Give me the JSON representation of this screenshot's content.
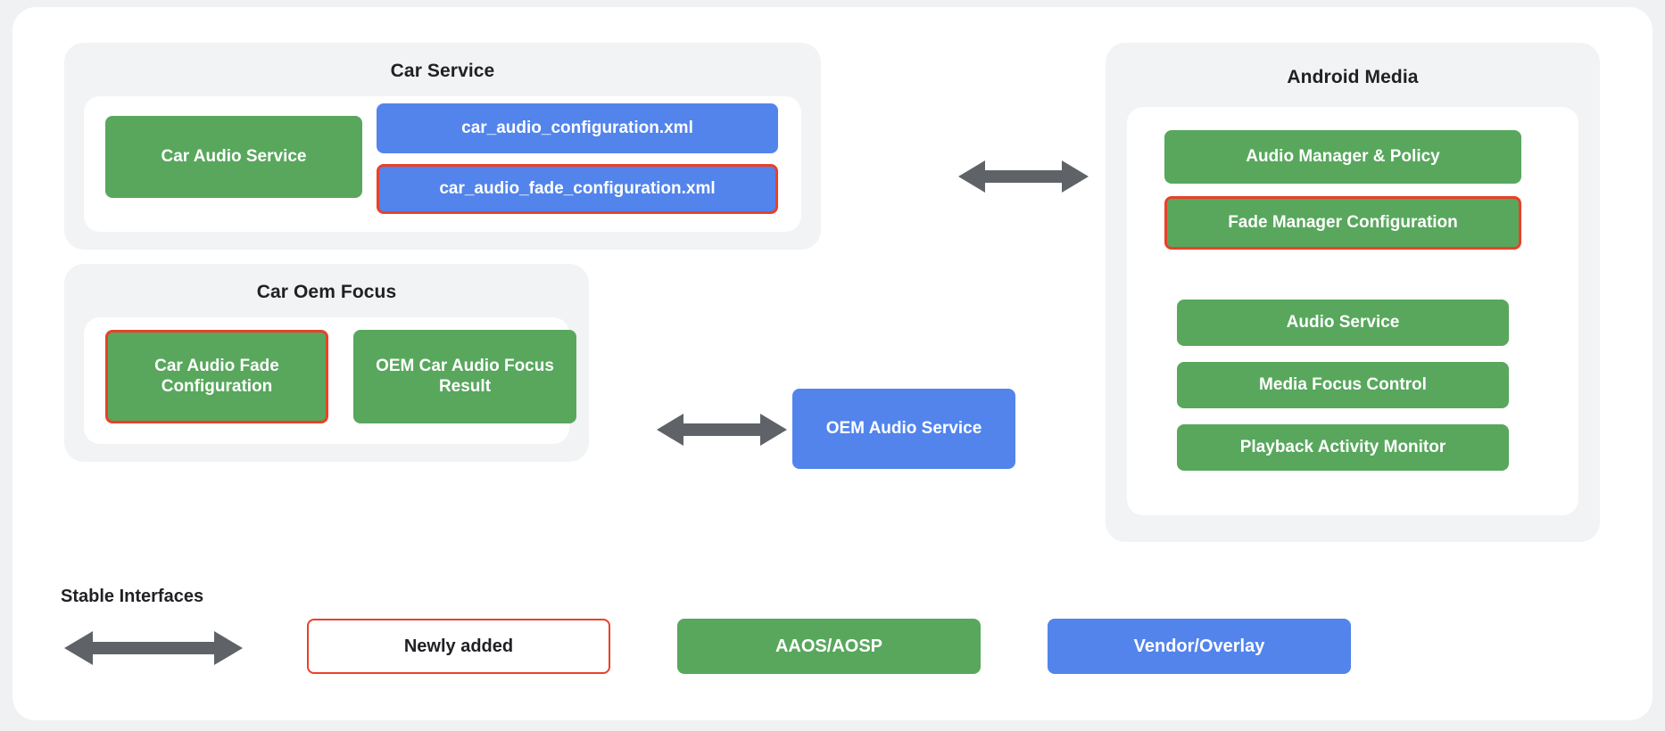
{
  "diagram": {
    "groups": [
      {
        "id": "car-service",
        "title": "Car Service",
        "nodes": [
          {
            "label": "Car Audio Service",
            "type": "aaos",
            "new": false
          },
          {
            "label": "car_audio_configuration.xml",
            "type": "vendor",
            "new": false
          },
          {
            "label": "car_audio_fade_configuration.xml",
            "type": "vendor",
            "new": true
          }
        ]
      },
      {
        "id": "car-oem-focus",
        "title": "Car Oem Focus",
        "nodes": [
          {
            "label": "Car Audio Fade Configuration",
            "type": "aaos",
            "new": true
          },
          {
            "label": "OEM Car Audio Focus Result",
            "type": "aaos",
            "new": false
          }
        ]
      },
      {
        "id": "android-media",
        "title": "Android Media",
        "nodes": [
          {
            "label": "Audio Manager & Policy",
            "type": "aaos",
            "new": false
          },
          {
            "label": "Fade Manager Configuration",
            "type": "aaos",
            "new": true
          },
          {
            "label": "Audio Service",
            "type": "aaos",
            "new": false
          },
          {
            "label": "Media Focus Control",
            "type": "aaos",
            "new": false
          },
          {
            "label": "Playback Activity Monitor",
            "type": "aaos",
            "new": false
          }
        ]
      }
    ],
    "standalone_nodes": [
      {
        "id": "oem-audio-service",
        "label": "OEM Audio Service",
        "type": "vendor",
        "new": false
      }
    ],
    "connectors": [
      {
        "id": "car-service-to-android-media",
        "kind": "double-arrow"
      },
      {
        "id": "car-oem-focus-to-oem-audio-service",
        "kind": "double-arrow"
      }
    ]
  },
  "legend": {
    "stable_interfaces_label": "Stable Interfaces",
    "items": [
      {
        "label": "Newly added",
        "style": "outline"
      },
      {
        "label": "AAOS/AOSP",
        "style": "green"
      },
      {
        "label": "Vendor/Overlay",
        "style": "blue"
      }
    ]
  },
  "colors": {
    "aaos_green": "#58a75d",
    "vendor_blue": "#5284ec",
    "newly_added_red": "#e8412a",
    "arrow_gray": "#5f6368",
    "panel_gray": "#f1f3f4",
    "page_white": "#ffffff",
    "backdrop": "#eff1f3",
    "text_dark": "#202124"
  }
}
